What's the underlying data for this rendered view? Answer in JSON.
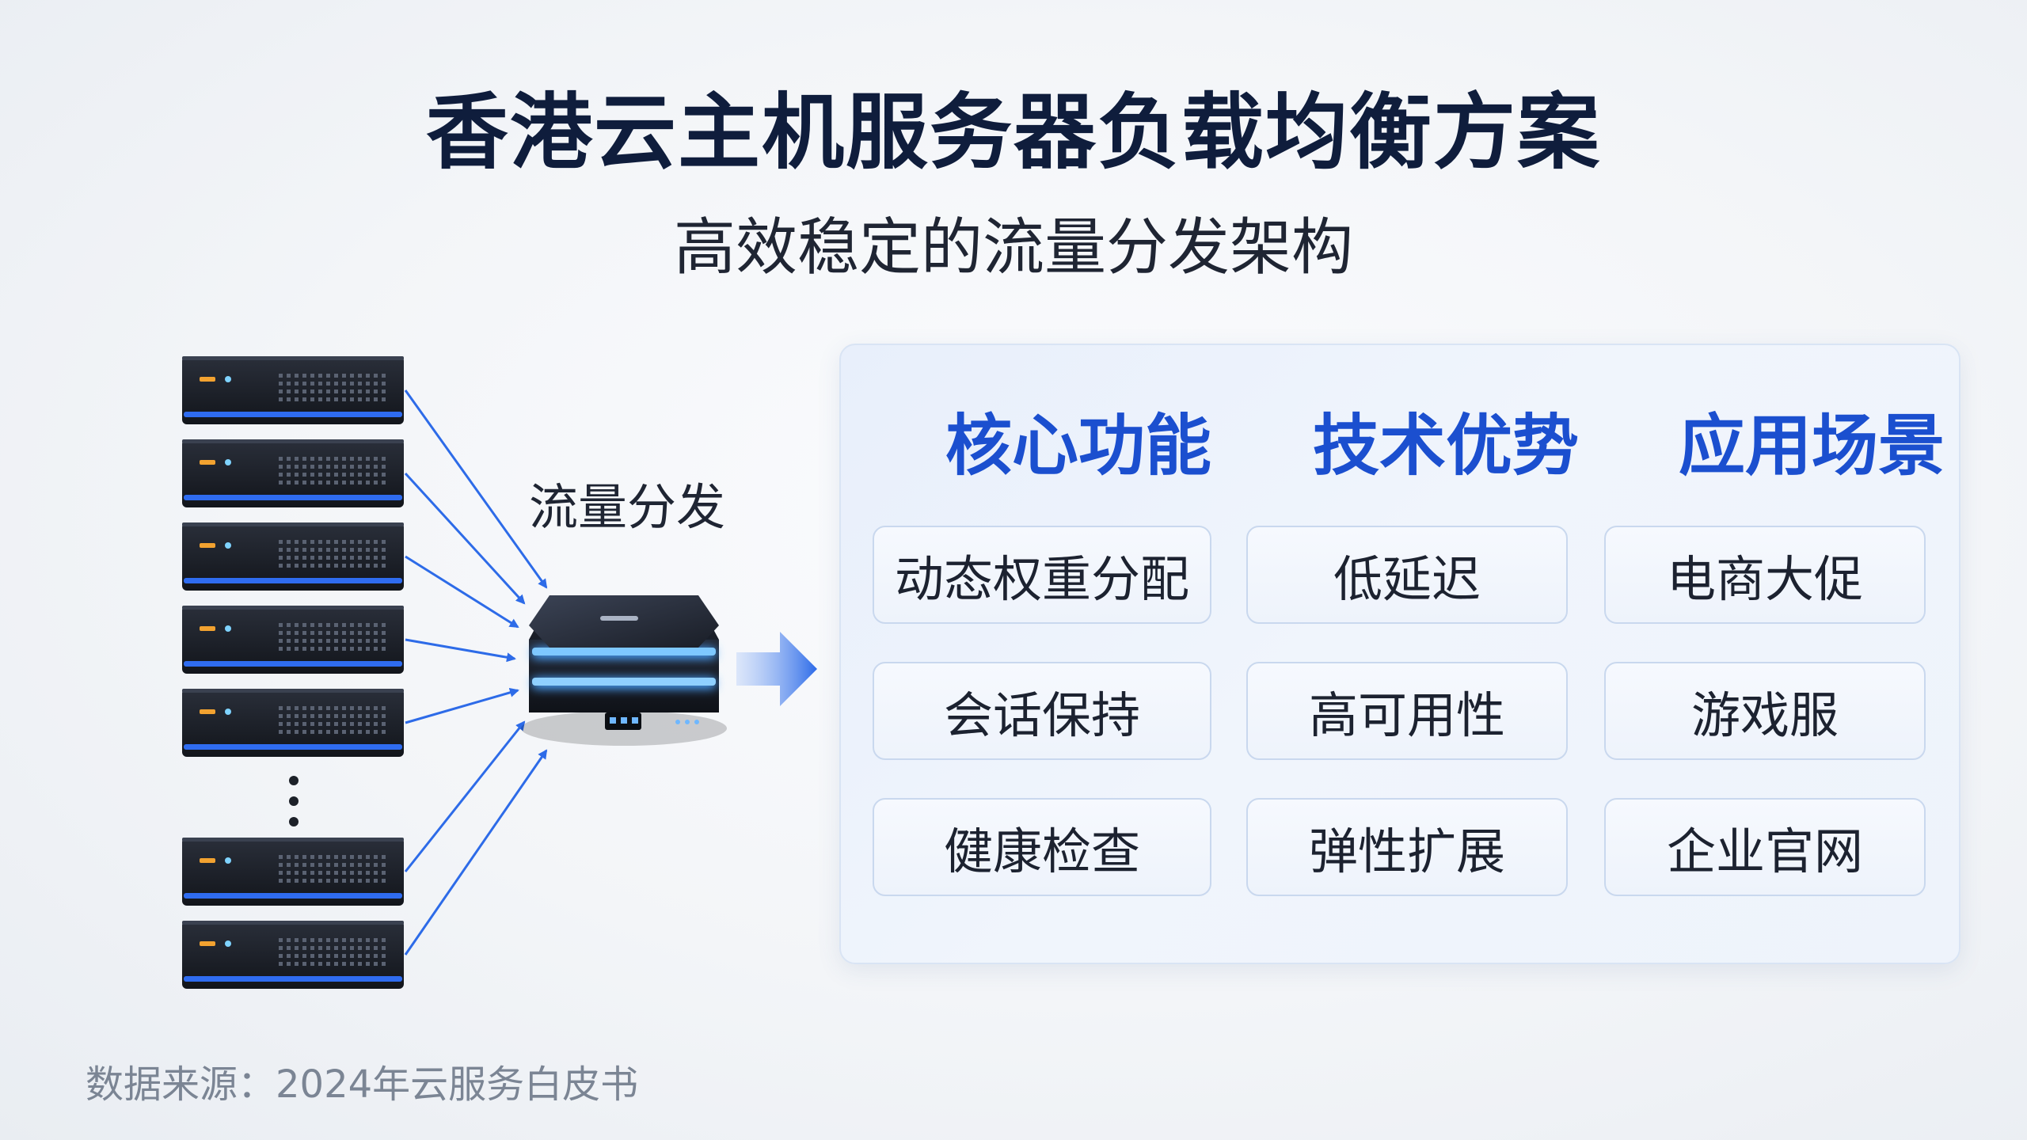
{
  "title": "香港云主机服务器负载均衡方案",
  "subtitle": "高效稳定的流量分发架构",
  "diagram": {
    "flow_label": "流量分发",
    "server_count_shown": 7,
    "has_ellipsis": true
  },
  "panel": {
    "columns": [
      {
        "header": "核心功能",
        "items": [
          "动态权重分配",
          "会话保持",
          "健康检查"
        ]
      },
      {
        "header": "技术优势",
        "items": [
          "低延迟",
          "高可用性",
          "弹性扩展"
        ]
      },
      {
        "header": "应用场景",
        "items": [
          "电商大促",
          "游戏服",
          "企业官网"
        ]
      }
    ]
  },
  "source": "数据来源：2024年云服务白皮书",
  "colors": {
    "accent": "#1b4fcf",
    "arrow": "#2d6be8",
    "title": "#0f1d3c",
    "server_body": "#1c2028",
    "server_stripe": "#2f6cf0",
    "led_orange": "#f2a230",
    "led_cyan": "#7fd3ff"
  }
}
